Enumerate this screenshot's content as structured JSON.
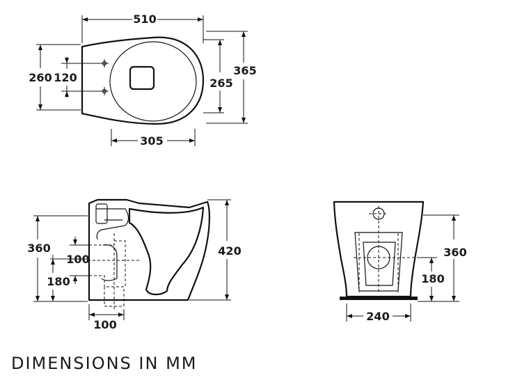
{
  "top_view": {
    "width_label": "510",
    "height_outer_label": "260",
    "hole_spacing_label": "120",
    "bowl_depth_label": "265",
    "total_depth_label": "365",
    "bottom_width_label": "305"
  },
  "side_view": {
    "total_height_label": "420",
    "rim_height_label": "360",
    "outlet_height_label": "180",
    "outlet_diameter_label": "100",
    "outlet_bottom_label": "100"
  },
  "rear_view": {
    "height_label": "360",
    "outlet_height_label": "180",
    "base_width_label": "240"
  },
  "caption": "DIMENSIONS IN MM"
}
